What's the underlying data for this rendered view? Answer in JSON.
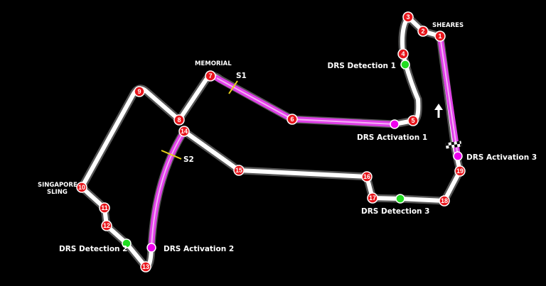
{
  "circuit": {
    "corner_names": {
      "sheares": "SHEARES",
      "memorial": "MEMORIAL",
      "singapore_sling_1": "SINGAPORE",
      "singapore_sling_2": "SLING"
    },
    "turns": [
      "1",
      "2",
      "3",
      "4",
      "5",
      "6",
      "7",
      "8",
      "9",
      "10",
      "11",
      "12",
      "13",
      "14",
      "15",
      "16",
      "17",
      "18",
      "19"
    ],
    "sectors": {
      "s1": "S1",
      "s2": "S2"
    },
    "drs": {
      "detection_1": "DRS Detection 1",
      "detection_2": "DRS Detection 2",
      "detection_3": "DRS Detection 3",
      "activation_1": "DRS Activation 1",
      "activation_2": "DRS Activation 2",
      "activation_3": "DRS Activation 3"
    },
    "colors": {
      "track": "#ffffff",
      "drs_zone": "#e040e8",
      "turn": "#e8151b",
      "detection": "#22dd22",
      "activation": "#ee00ee",
      "sector": "#e8d21a"
    }
  }
}
